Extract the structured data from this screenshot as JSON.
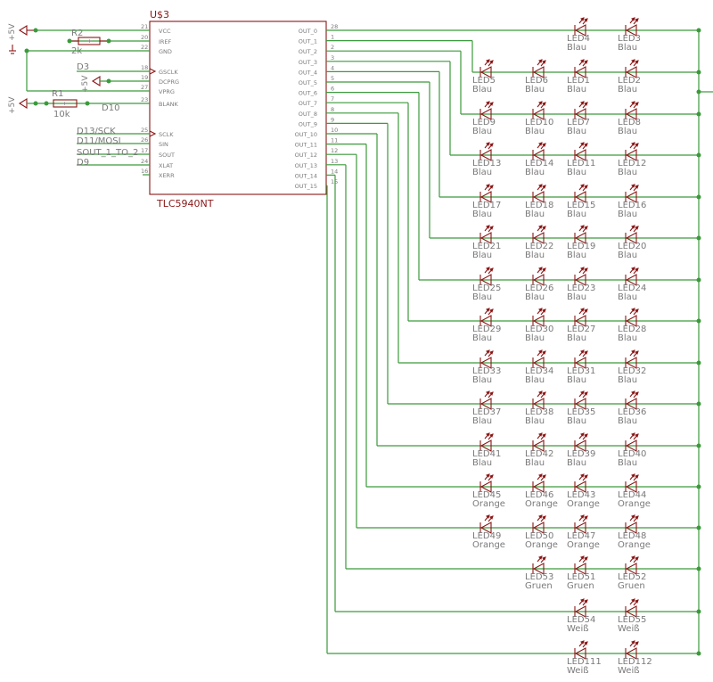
{
  "chip": {
    "ref": "U$3",
    "part": "TLC5940NT",
    "left_pins": [
      {
        "name": "VCC",
        "num": "21"
      },
      {
        "name": "IREF",
        "num": "20"
      },
      {
        "name": "GND",
        "num": "22"
      },
      {
        "name": "GSCLK",
        "num": "18"
      },
      {
        "name": "DCPRG",
        "num": "19"
      },
      {
        "name": "VPRG",
        "num": "27"
      },
      {
        "name": "BLANK",
        "num": "23"
      },
      {
        "name": "SCLK",
        "num": "25"
      },
      {
        "name": "SIN",
        "num": "26"
      },
      {
        "name": "SOUT",
        "num": "17"
      },
      {
        "name": "XLAT",
        "num": "24"
      },
      {
        "name": "XERR",
        "num": "16"
      }
    ],
    "right_pins": [
      {
        "name": "OUT_0",
        "num": "28"
      },
      {
        "name": "OUT_1",
        "num": "1"
      },
      {
        "name": "OUT_2",
        "num": "2"
      },
      {
        "name": "OUT_3",
        "num": "3"
      },
      {
        "name": "OUT_4",
        "num": "4"
      },
      {
        "name": "OUT_5",
        "num": "5"
      },
      {
        "name": "OUT_6",
        "num": "6"
      },
      {
        "name": "OUT_7",
        "num": "7"
      },
      {
        "name": "OUT_8",
        "num": "8"
      },
      {
        "name": "OUT_9",
        "num": "9"
      },
      {
        "name": "OUT_10",
        "num": "10"
      },
      {
        "name": "OUT_11",
        "num": "11"
      },
      {
        "name": "OUT_12",
        "num": "12"
      },
      {
        "name": "OUT_13",
        "num": "13"
      },
      {
        "name": "OUT_14",
        "num": "14"
      },
      {
        "name": "OUT_15",
        "num": "15"
      }
    ]
  },
  "supplies": {
    "vcc_label": "+5V",
    "vcc_label2": "+5V",
    "dcprg_label": "+5V"
  },
  "resistors": {
    "r2_ref": "R2",
    "r2_value": "2k",
    "r1_ref": "R1",
    "r1_value": "10k"
  },
  "nets": {
    "d3": "D3",
    "d10": "D10",
    "d13": "D13/SCK",
    "d11": "D11/MOSI",
    "sout": "SOUT_1_TO_2",
    "d9": "D9"
  },
  "led_rows": [
    {
      "leds": [
        {
          "ref": "LED4",
          "color": "Blau",
          "col": 2
        },
        {
          "ref": "LED3",
          "color": "Blau",
          "col": 3
        }
      ]
    },
    {
      "leds": [
        {
          "ref": "LED5",
          "color": "Blau",
          "col": 0
        },
        {
          "ref": "LED6",
          "color": "Blau",
          "col": 1
        },
        {
          "ref": "LED1",
          "color": "Blau",
          "col": 2
        },
        {
          "ref": "LED2",
          "color": "Blau",
          "col": 3
        }
      ]
    },
    {
      "leds": [
        {
          "ref": "LED9",
          "color": "Blau",
          "col": 0
        },
        {
          "ref": "LED10",
          "color": "Blau",
          "col": 1
        },
        {
          "ref": "LED7",
          "color": "Blau",
          "col": 2
        },
        {
          "ref": "LED8",
          "color": "Blau",
          "col": 3
        }
      ]
    },
    {
      "leds": [
        {
          "ref": "LED13",
          "color": "Blau",
          "col": 0
        },
        {
          "ref": "LED14",
          "color": "Blau",
          "col": 1
        },
        {
          "ref": "LED11",
          "color": "Blau",
          "col": 2
        },
        {
          "ref": "LED12",
          "color": "Blau",
          "col": 3
        }
      ]
    },
    {
      "leds": [
        {
          "ref": "LED17",
          "color": "Blau",
          "col": 0
        },
        {
          "ref": "LED18",
          "color": "Blau",
          "col": 1
        },
        {
          "ref": "LED15",
          "color": "Blau",
          "col": 2
        },
        {
          "ref": "LED16",
          "color": "Blau",
          "col": 3
        }
      ]
    },
    {
      "leds": [
        {
          "ref": "LED21",
          "color": "Blau",
          "col": 0
        },
        {
          "ref": "LED22",
          "color": "Blau",
          "col": 1
        },
        {
          "ref": "LED19",
          "color": "Blau",
          "col": 2
        },
        {
          "ref": "LED20",
          "color": "Blau",
          "col": 3
        }
      ]
    },
    {
      "leds": [
        {
          "ref": "LED25",
          "color": "Blau",
          "col": 0
        },
        {
          "ref": "LED26",
          "color": "Blau",
          "col": 1
        },
        {
          "ref": "LED23",
          "color": "Blau",
          "col": 2
        },
        {
          "ref": "LED24",
          "color": "Blau",
          "col": 3
        }
      ]
    },
    {
      "leds": [
        {
          "ref": "LED29",
          "color": "Blau",
          "col": 0
        },
        {
          "ref": "LED30",
          "color": "Blau",
          "col": 1
        },
        {
          "ref": "LED27",
          "color": "Blau",
          "col": 2
        },
        {
          "ref": "LED28",
          "color": "Blau",
          "col": 3
        }
      ]
    },
    {
      "leds": [
        {
          "ref": "LED33",
          "color": "Blau",
          "col": 0
        },
        {
          "ref": "LED34",
          "color": "Blau",
          "col": 1
        },
        {
          "ref": "LED31",
          "color": "Blau",
          "col": 2
        },
        {
          "ref": "LED32",
          "color": "Blau",
          "col": 3
        }
      ]
    },
    {
      "leds": [
        {
          "ref": "LED37",
          "color": "Blau",
          "col": 0
        },
        {
          "ref": "LED38",
          "color": "Blau",
          "col": 1
        },
        {
          "ref": "LED35",
          "color": "Blau",
          "col": 2
        },
        {
          "ref": "LED36",
          "color": "Blau",
          "col": 3
        }
      ]
    },
    {
      "leds": [
        {
          "ref": "LED41",
          "color": "Blau",
          "col": 0
        },
        {
          "ref": "LED42",
          "color": "Blau",
          "col": 1
        },
        {
          "ref": "LED39",
          "color": "Blau",
          "col": 2
        },
        {
          "ref": "LED40",
          "color": "Blau",
          "col": 3
        }
      ]
    },
    {
      "leds": [
        {
          "ref": "LED45",
          "color": "Orange",
          "col": 0
        },
        {
          "ref": "LED46",
          "color": "Orange",
          "col": 1
        },
        {
          "ref": "LED43",
          "color": "Orange",
          "col": 2
        },
        {
          "ref": "LED44",
          "color": "Orange",
          "col": 3
        }
      ]
    },
    {
      "leds": [
        {
          "ref": "LED49",
          "color": "Orange",
          "col": 0
        },
        {
          "ref": "LED50",
          "color": "Orange",
          "col": 1
        },
        {
          "ref": "LED47",
          "color": "Orange",
          "col": 2
        },
        {
          "ref": "LED48",
          "color": "Orange",
          "col": 3
        }
      ]
    },
    {
      "leds": [
        {
          "ref": "LED53",
          "color": "Gruen",
          "col": 1
        },
        {
          "ref": "LED51",
          "color": "Gruen",
          "col": 2
        },
        {
          "ref": "LED52",
          "color": "Gruen",
          "col": 3
        }
      ]
    },
    {
      "leds": [
        {
          "ref": "LED54",
          "color": "Weiß",
          "col": 2
        },
        {
          "ref": "LED55",
          "color": "Weiß",
          "col": 3
        }
      ]
    },
    {
      "leds": [
        {
          "ref": "LED111",
          "color": "Weiß",
          "col": 2
        },
        {
          "ref": "LED112",
          "color": "Weiß",
          "col": 3
        }
      ]
    }
  ],
  "colors": {
    "wire": "#3c9a3c",
    "part": "#8a1616",
    "label": "#7a7a7a"
  }
}
